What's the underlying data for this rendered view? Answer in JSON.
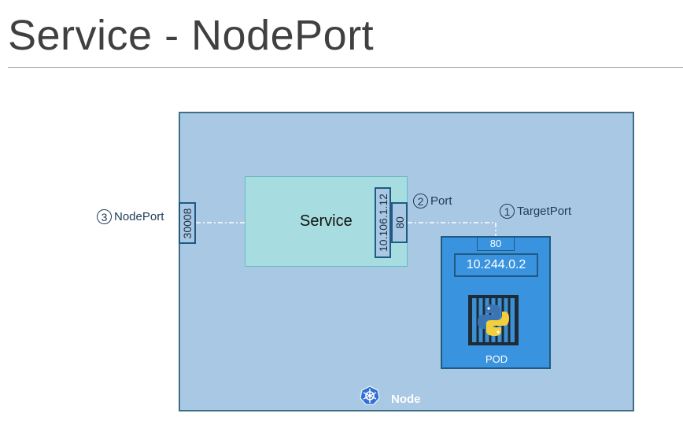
{
  "slide": {
    "title": "Service - NodePort"
  },
  "node": {
    "label": "Node",
    "icon": "kubernetes-wheel-icon"
  },
  "node_port": {
    "value": "30008"
  },
  "service": {
    "label": "Service",
    "cluster_ip": "10.106.1.12",
    "port": "80"
  },
  "pod": {
    "label": "POD",
    "ip": "10.244.0.2",
    "port": "80",
    "icon": "python-container-icon"
  },
  "annotations": [
    {
      "number": "1",
      "label": "TargetPort"
    },
    {
      "number": "2",
      "label": "Port"
    },
    {
      "number": "3",
      "label": "NodePort"
    }
  ],
  "colors": {
    "node_fill": "#a8c8e4",
    "service_fill": "#a7dde0",
    "pod_fill": "#3a93de",
    "border": "#1f5a82"
  }
}
